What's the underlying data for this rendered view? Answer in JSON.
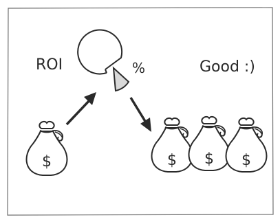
{
  "labels": {
    "roi": "ROI",
    "percent": "%",
    "verdict": "Good :)"
  },
  "bags": {
    "symbol": "$",
    "input_count": 1,
    "output_count": 3
  },
  "icons": [
    "pie-chart-icon",
    "money-bag-icon",
    "arrow-up-right-icon",
    "arrow-down-right-icon"
  ],
  "colors": {
    "ink": "#2a2a2a",
    "wedge_fill": "#d9d9d9",
    "background": "#ffffff"
  }
}
